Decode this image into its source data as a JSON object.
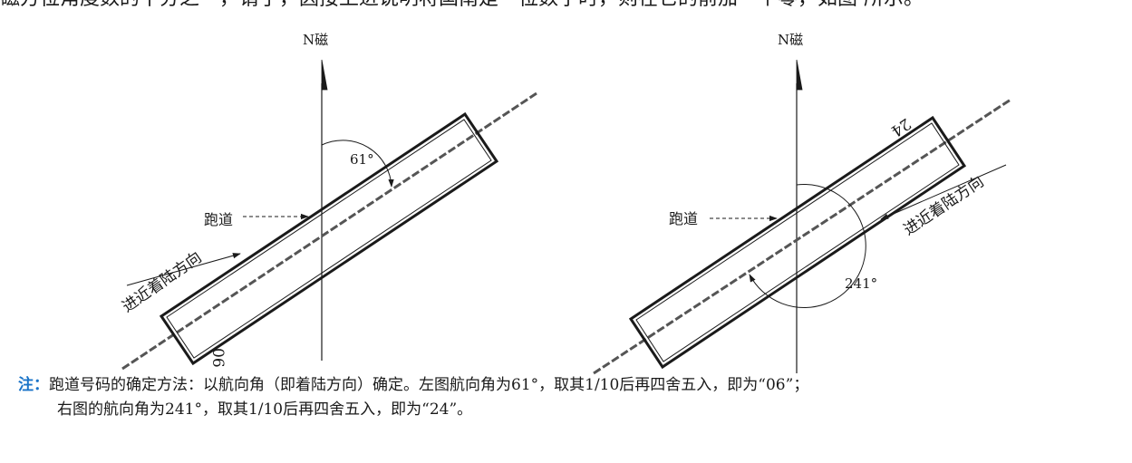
{
  "top_partial_text": "磁方位角度数的十分之一，请了，因接上进说明将国南是一位数字时，则在它的前加一个零，如图 所示。",
  "left_diagram": {
    "north_label": "N磁",
    "angle_label": "61°",
    "runway_label": "跑道",
    "direction_label": "进近着陆方向",
    "runway_number": "06"
  },
  "right_diagram": {
    "north_label": "N磁",
    "angle_label": "241°",
    "runway_label": "跑道",
    "direction_label": "进近着陆方向",
    "runway_number": "24"
  },
  "note": {
    "label": "注：",
    "line1": "跑道号码的确定方法：以航向角（即着陆方向）确定。左图航向角为61°，取其1/10后再四舍五入，即为“06”；",
    "line2": "右图的航向角为241°，取其1/10后再四舍五入，即为“24”。"
  }
}
